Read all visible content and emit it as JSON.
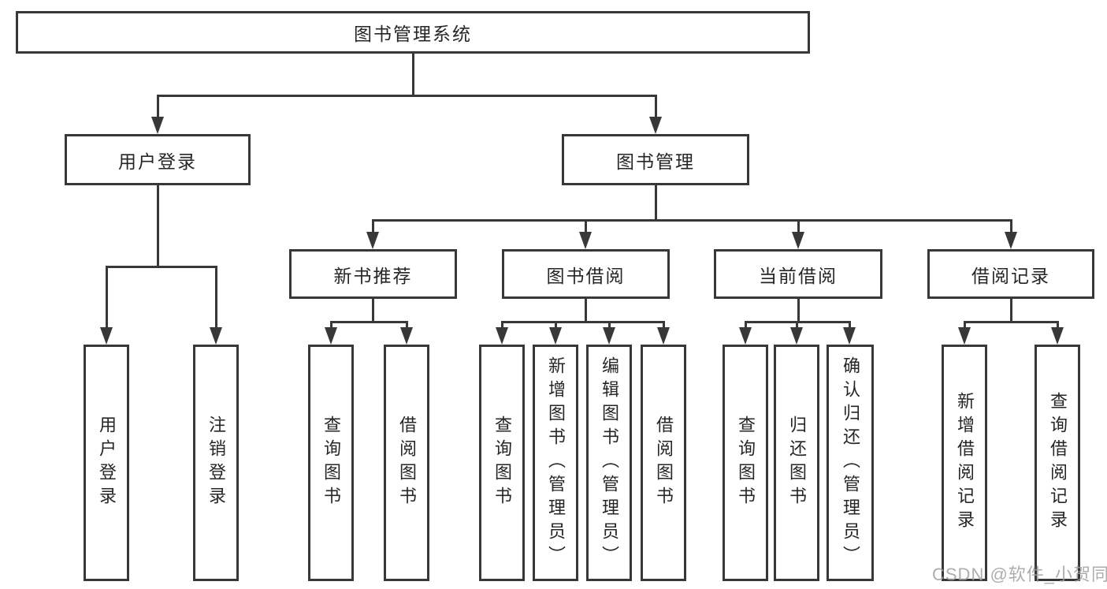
{
  "diagram": {
    "watermark": "CSDN @软件_小贺同学",
    "colors": {
      "line": "#383838",
      "text": "#262626",
      "box_background": "#ffffff",
      "watermark": "#9f9f9f"
    },
    "tree": {
      "id": "root",
      "label": "图书管理系统",
      "children": [
        {
          "id": "user-login",
          "label": "用户登录",
          "children": [
            {
              "id": "user-login-action",
              "label": "用户登录"
            },
            {
              "id": "logout-action",
              "label": "注销登录"
            }
          ]
        },
        {
          "id": "book-management",
          "label": "图书管理",
          "children": [
            {
              "id": "new-book-recommend",
              "label": "新书推荐",
              "children": [
                {
                  "id": "nb-query-books",
                  "label": "查询图书"
                },
                {
                  "id": "nb-borrow-books",
                  "label": "借阅图书"
                }
              ]
            },
            {
              "id": "book-borrowing",
              "label": "图书借阅",
              "children": [
                {
                  "id": "bb-query-books",
                  "label": "查询图书"
                },
                {
                  "id": "bb-add-books",
                  "label": "新增图书（管理员）"
                },
                {
                  "id": "bb-edit-books",
                  "label": "编辑图书（管理员）"
                },
                {
                  "id": "bb-borrow-books",
                  "label": "借阅图书"
                }
              ]
            },
            {
              "id": "current-borrowing",
              "label": "当前借阅",
              "children": [
                {
                  "id": "cb-query-books",
                  "label": "查询图书"
                },
                {
                  "id": "cb-return-books",
                  "label": "归还图书"
                },
                {
                  "id": "cb-confirm-return",
                  "label": "确认归还（管理员）"
                }
              ]
            },
            {
              "id": "borrowing-records",
              "label": "借阅记录",
              "children": [
                {
                  "id": "br-add-record",
                  "label": "新增借阅记录"
                },
                {
                  "id": "br-query-record",
                  "label": "查询借阅记录"
                }
              ]
            }
          ]
        }
      ]
    }
  }
}
